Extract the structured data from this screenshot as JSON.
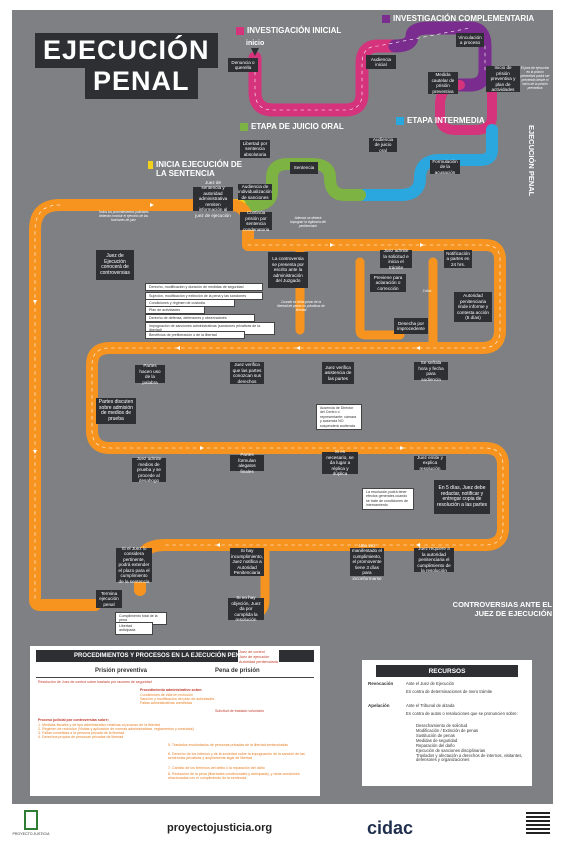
{
  "title": {
    "line1": "EJECUCIÓN",
    "line2": "PENAL"
  },
  "stages": {
    "inicial": "INVESTIGACIÓN INICIAL",
    "complementaria": "INVESTIGACIÓN COMPLEMENTARIA",
    "intermedia": "ETAPA INTERMEDIA",
    "juicio": "ETAPA DE JUICIO ORAL",
    "ejecucion": "INICIA EJECUCIÓN DE LA SENTENCIA",
    "vertical": "EJECUCIÓN PENAL",
    "controversias": "CONTROVERSIAS ANTE EL JUEZ DE EJECUCIÓN"
  },
  "colors": {
    "magenta": "#d6337d",
    "purple": "#7b2c8f",
    "blue": "#2aa7df",
    "green": "#7cb342",
    "yellow": "#f2d21a",
    "orange": "#f6941f",
    "dark": "#2d2f33",
    "board": "#7f8083"
  },
  "nodes": {
    "inicio": "inicio",
    "denuncia": "Denuncia o querella",
    "audiencia_inicial": "Audiencia inicial",
    "vinculacion": "Vinculación a proceso",
    "medida_cautelar": "Medida cautelar de prisión preventiva",
    "inicio_prision": "Inicio de prisión preventiva y plan de actividades",
    "audiencia_juicio": "Audiencia de juicio oral",
    "formulacion": "Formulación de la acusación",
    "libertad": "Libertad por sentencia absolutoria",
    "sentencia": "Sentencia",
    "audiencia_individualizacion": "Audiencia de individualización de sanciones",
    "juez_sentencia": "Juez de sentencia y autoridad administrativa remiten información al juez de ejecución",
    "continua_prision": "Continúa prisión por sentencia condenatoria",
    "juez_ejecucion": "Juez de Ejecución conocerá de controversias",
    "controversia_escrito": "La controversia se presenta por escrito ante la administración del Juzgado",
    "juez_admite": "Juez admite la solicitud e inicia el trámite",
    "notificacion": "Notificación a partes en 24 hrs.",
    "prevenir": "Previene para aclaración o corrección",
    "desecha": "Desecha por improcedente",
    "autoridad_penitenciaria": "Autoridad penitenciaria rinde informe y contesta acción (5 días)",
    "partes_hacen_uso": "Partes hacen uso de la palabra",
    "juez_verifica_derechos": "Juez verifica que las partes conozcan sus derechos",
    "juez_verifica_asistencia": "Juez verifica asistencia de las partes",
    "senala_hora": "Se señala hora y fecha para audiencia",
    "partes_discuten": "Partes discuten sobre admisión de medios de prueba",
    "juez_admite_medios": "Juez admite medios de prueba y se procede al desahogo",
    "partes_formulan": "Partes formulan alegatos finales",
    "si_es_necesario": "Si es necesario, se da lugar a réplica y dúplica",
    "juez_emite": "Juez emite y explica resolución",
    "cinco_dias": "En 5 días, Juez debe redactar, notificar y entregar copia de resolución a las partes",
    "si_juez_considera": "Si el Juez lo considera pertinente, podrá extender el plazo para el cumplimiento de la sentencia",
    "si_hay_incumplimiento": "Si hay incumplimiento, Juez notifica a Autoridad Penitenciaria",
    "una_vez_manifestado": "Una vez manifestado el cumplimiento, el promovente tiene 3 días para inconformarse",
    "juez_requiere": "Juez requiere a la autoridad penitenciaria el cumplimiento de la resolución",
    "termina": "Termina ejecución penal",
    "si_no_hay_objecion": "Si no hay objeción, Juez da por cumplida la resolución"
  },
  "white_nodes": {
    "w1": "Derecho, modificación y duración de medidas de seguridad",
    "w2": "Sujeción, modificación y extinción de la pena y las sanciones",
    "w3": "Condiciones y régimen de custodia",
    "w4": "Plan de actividades",
    "w5": "Derecho de defensa, defensores y observadores",
    "w6": "Impugnación de sanciones administrativas (sanciones privativas de la libertad)",
    "w7": "Beneficios de preliberación o de la libertad",
    "ausencia": "Ausencia de Director del Centro o representante: cámara y ausencia NO suspenderá audiencia",
    "resolucion_podra": "La resolución podrá tener efectos generales cuando se trate de condiciones de internamiento",
    "cumplimiento_pena": "Cumplimiento total de la pena",
    "libertad_anticipada": "Libertad anticipada"
  },
  "notes": {
    "n1": "Todos los procedimientos judiciales deberán concluir el ejercicio de las funciones de juez",
    "n2": "El juez de ejecución en la prisión preventiva podrá ser prevenido desde el inicio de la prisión preventiva",
    "n3": "Además se deberá impugnar la vigilancia del penitenciario",
    "n4": "Cuando se deba privar de la libertad de penas no privativas de libertad",
    "n5": "Cuando el juez pretende hacer el plan de trabajos y la formulación de imprecisiones",
    "n6": "3 días"
  },
  "procedimientos": {
    "title": "PROCEDIMIENTOS Y PROCESOS EN LA EJECUCIÓN PENAL",
    "legend": [
      "Juez de control",
      "Juez de ejecución",
      "Autoridad penitenciaria"
    ],
    "col1": "Prisión preventiva",
    "col2": "Pena de prisión",
    "row1": "Resolución de Juez de control sobre traslado por razones de seguridad",
    "row2_title": "Procedimiento administrativo sobre:",
    "row2_items": [
      "Condiciones de vida en reclusión",
      "Sanción y modificación del plan de actividades",
      "Faltas administrativas cometidas"
    ],
    "row3": "Solicitud de traslado voluntario",
    "row4_title": "Proceso judicial por controversias sobre:",
    "row4_items": [
      "1. Medidas fiscales y de tipo administrativo relativas al proceso de la libertad",
      "2. Régimen de reclusión (Visitas y aplicación de normas administrativas, reglamentos y contratos)",
      "3. Faltas cometidas a la persona privada de la libertad",
      "4. Derechos propios de personas privadas de libertad"
    ],
    "row4_right": [
      "5. Traslados involuntarios de personas privadas de la libertad sentenciadas",
      "6. Derecho de los internos y de la sociedad sobre la impugnación de la sanción de las sentencias privativas y ampliamente legal de libertad",
      "7. Cambio de los términos del delito o la reparación del daño",
      "8. Reducción de la pena (libertades condicionales y anticipada), y otras cuestiones relacionadas con el cumplimiento de la sentencia"
    ]
  },
  "recursos": {
    "title": "RECURSOS",
    "revocacion_label": "Revocación",
    "revocacion_items": [
      "Ante el Juez de Ejecución",
      "En contra de determinaciones de mero trámite"
    ],
    "apelacion_label": "Apelación",
    "apelacion_items": [
      "Ante el Tribunal de alzada",
      "En contra de autos o resoluciones que se pronuncien sobre:"
    ],
    "apelacion_list": [
      "Desechamiento de solicitud",
      "Modificación / Extinción de penas",
      "Sustitución de penas",
      "Medidas de seguridad",
      "Reparación del daño",
      "Ejecución de sanciones disciplinarias",
      "Traslados y afectación a derechos de internos, visitantes, defensores y organizaciones"
    ]
  },
  "footer": {
    "url": "proyectojusticia.org",
    "pj": "PROYECTO JUSTICIA",
    "cidac": "cidac"
  }
}
